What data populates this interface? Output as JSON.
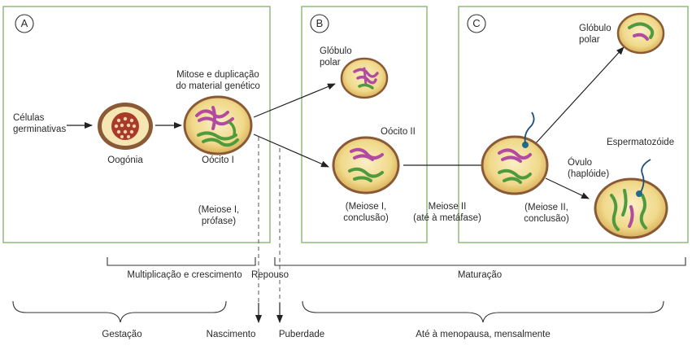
{
  "panels": {
    "a": "A",
    "b": "B",
    "c": "C"
  },
  "labels": {
    "celulas_1": "Células",
    "celulas_2": "germinativas",
    "oogonia": "Oogónia",
    "mitose_1": "Mitose e duplicação",
    "mitose_2": "do material genético",
    "oocito1": "Oócito I",
    "meioseI_prof_1": "(Meiose I,",
    "meioseI_prof_2": "prófase)",
    "globulo_b_1": "Glóbulo",
    "globulo_b_2": "polar",
    "oocito2": "Oócito II",
    "meioseI_conc_1": "(Meiose I,",
    "meioseI_conc_2": "conclusão)",
    "meioseII_1": "Meiose II",
    "meioseII_2": "(até à metáfase)",
    "globulo_c_1": "Glóbulo",
    "globulo_c_2": "polar",
    "espermatozoide": "Espermatozóide",
    "ovulo_1": "Óvulo",
    "ovulo_2": "(haplóide)",
    "meioseII_conc_1": "(Meiose II,",
    "meioseII_conc_2": "conclusão)"
  },
  "timeline": {
    "multiplicacao": "Multiplicação e crescimento",
    "repouso": "Repouso",
    "maturacao": "Maturação",
    "gestacao": "Gestação",
    "nascimento": "Nascimento",
    "puberdade": "Puberdade",
    "menopausa": "Até à menopausa, mensalmente"
  },
  "colors": {
    "panel_border": "#7fb068",
    "cell_outer": "#8a5a36",
    "cell_inner": "#f5e6b4",
    "cytoplasm": "#ecd37a",
    "chromosome_pink": "#b24aa0",
    "chromosome_green": "#4f9a3e",
    "nucleus_red": "#a83a28"
  }
}
